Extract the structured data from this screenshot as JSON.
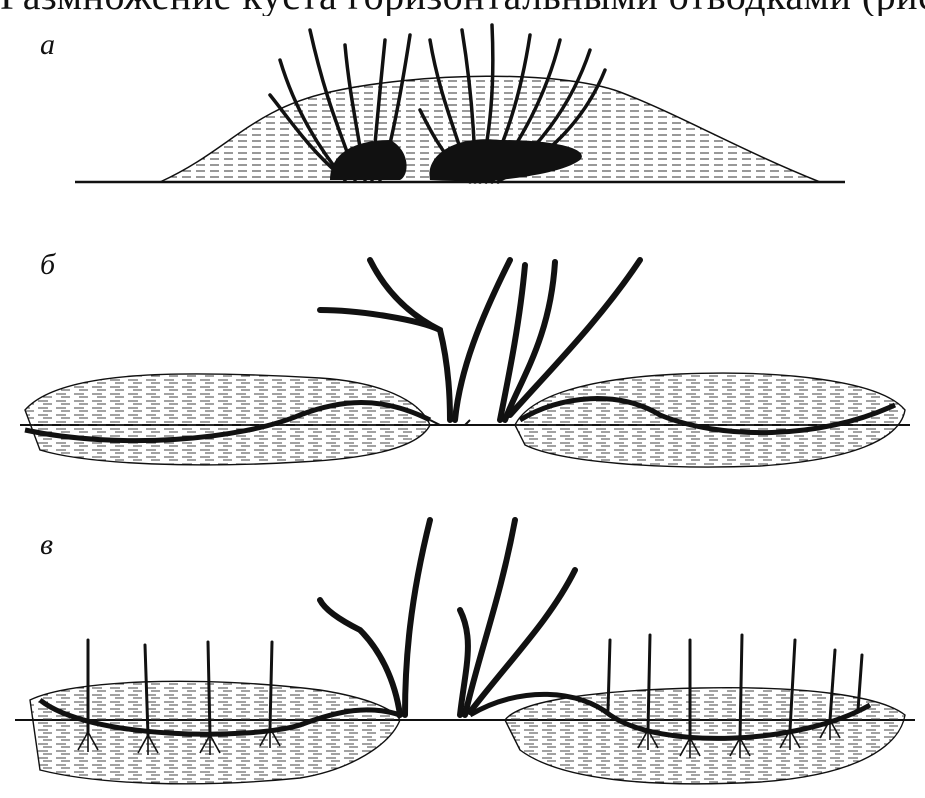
{
  "header_fragment": "Размножение куста горизонтальными отводками (рисунок)",
  "panels": [
    {
      "label": "а"
    },
    {
      "label": "б"
    },
    {
      "label": "в"
    }
  ]
}
